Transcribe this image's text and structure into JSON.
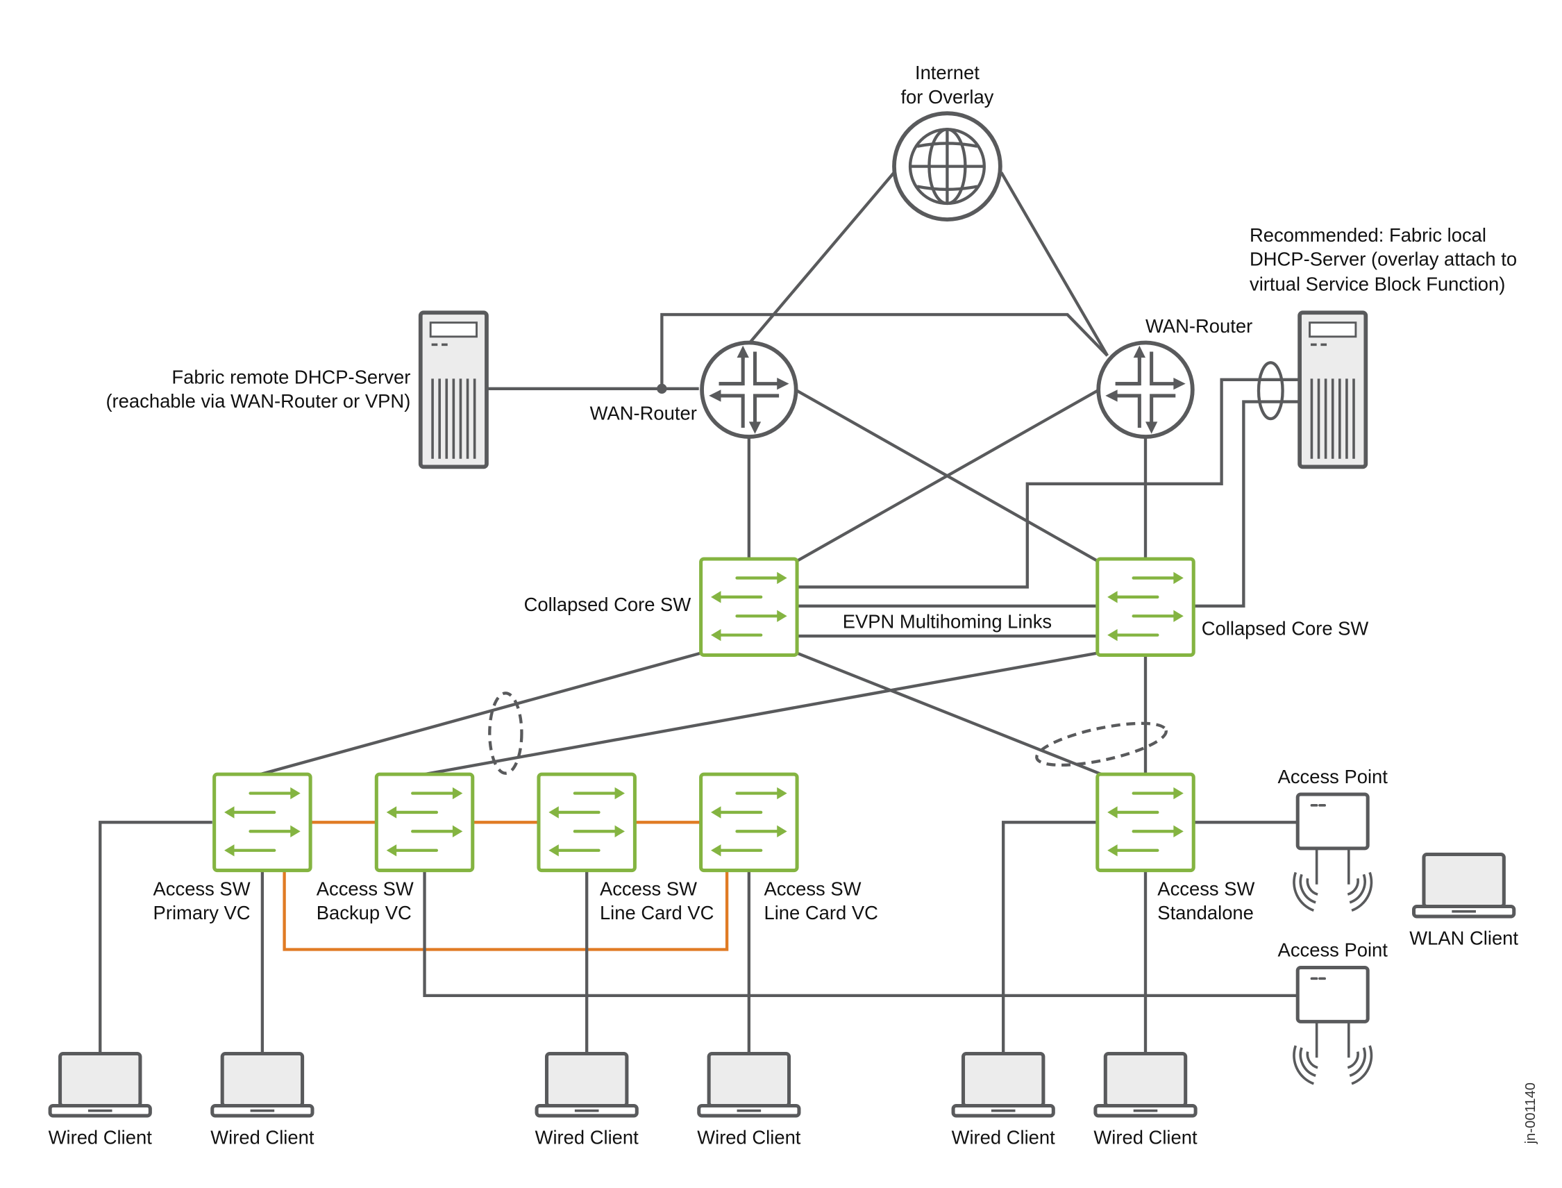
{
  "internet": {
    "line1": "Internet",
    "line2": "for Overlay"
  },
  "wan_router_left": {
    "label": "WAN-Router"
  },
  "wan_router_right": {
    "label": "WAN-Router"
  },
  "dhcp_remote": {
    "line1": "Fabric remote DHCP-Server",
    "line2": "(reachable via WAN-Router or VPN)"
  },
  "dhcp_local": {
    "line1": "Recommended: Fabric local",
    "line2": "DHCP-Server (overlay attach to",
    "line3": "virtual Service Block Function)"
  },
  "core_left": {
    "label": "Collapsed Core SW"
  },
  "core_right": {
    "label": "Collapsed Core SW"
  },
  "evpn_links": {
    "label": "EVPN Multihoming Links"
  },
  "access_switches": [
    {
      "line1": "Access SW",
      "line2": "Primary VC"
    },
    {
      "line1": "Access SW",
      "line2": "Backup VC"
    },
    {
      "line1": "Access SW",
      "line2": "Line Card VC"
    },
    {
      "line1": "Access SW",
      "line2": "Line Card VC"
    },
    {
      "line1": "Access SW",
      "line2": "Standalone"
    }
  ],
  "access_points": [
    {
      "label": "Access Point"
    },
    {
      "label": "Access Point"
    }
  ],
  "wlan_client": {
    "label": "WLAN Client"
  },
  "wired_clients": [
    {
      "label": "Wired Client"
    },
    {
      "label": "Wired Client"
    },
    {
      "label": "Wired Client"
    },
    {
      "label": "Wired Client"
    },
    {
      "label": "Wired Client"
    },
    {
      "label": "Wired Client"
    }
  ],
  "figure_id": "jn-001140",
  "colors": {
    "line": "#595a5c",
    "switch": "#84b441",
    "vc_link": "#e07b24",
    "device_fill": "#ececec"
  }
}
